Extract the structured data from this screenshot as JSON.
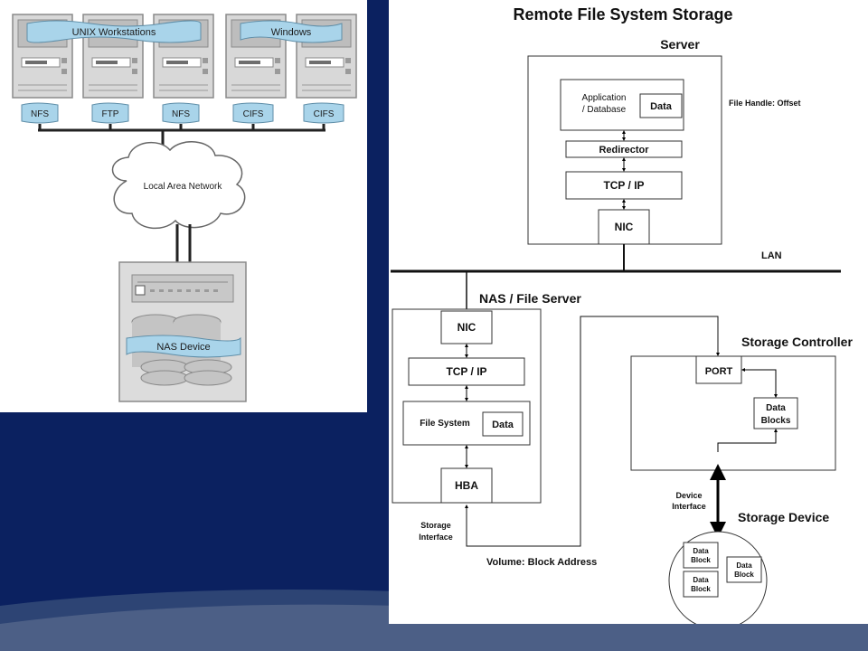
{
  "nas_panel": {
    "unix_label": "UNIX Workstations",
    "windows_label": "Windows",
    "protocols": [
      "NFS",
      "FTP",
      "NFS",
      "CIFS",
      "CIFS"
    ],
    "lan_label": "Local Area Network",
    "nas_device_label": "NAS Device"
  },
  "storage_panel": {
    "title": "Remote File System Storage",
    "server": {
      "label": "Server",
      "application_line1": "Application",
      "application_line2": "/ Database",
      "data": "Data",
      "redirector": "Redirector",
      "tcp_ip": "TCP / IP",
      "nic": "NIC",
      "file_handle": "File Handle: Offset"
    },
    "lan": "LAN",
    "nas_file_server": {
      "label": "NAS / File Server",
      "nic": "NIC",
      "tcp_ip": "TCP / IP",
      "file_system": "File System",
      "data": "Data",
      "hba": "HBA"
    },
    "storage_interface_line1": "Storage",
    "storage_interface_line2": "Interface",
    "volume_block_address": "Volume: Block Address",
    "storage_controller": {
      "label": "Storage Controller",
      "port": "PORT",
      "data_blocks_line1": "Data",
      "data_blocks_line2": "Blocks"
    },
    "device_interface_line1": "Device",
    "device_interface_line2": "Interface",
    "storage_device": {
      "label": "Storage Device",
      "block_line1": "Data",
      "block_line2": "Block"
    }
  },
  "colors": {
    "background": "#0b2160",
    "band": "#3a4f78",
    "banner": "#a9d4ea",
    "server_box": "#e8e8e8",
    "monitor": "#d9d9d9"
  }
}
